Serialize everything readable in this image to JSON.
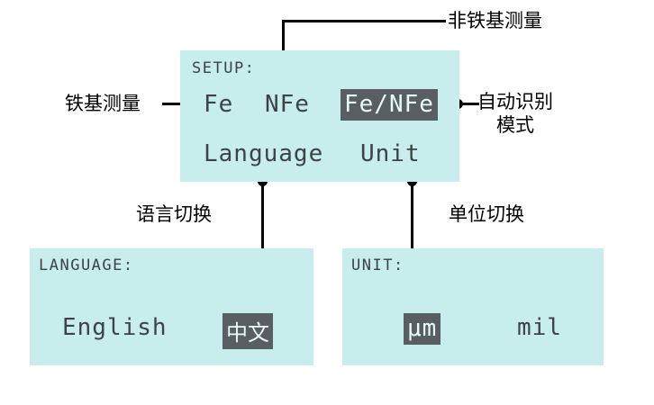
{
  "screens": {
    "setup": {
      "header": "SETUP:",
      "row1": [
        {
          "label": "Fe",
          "selected": false
        },
        {
          "label": "NFe",
          "selected": false
        },
        {
          "label": "Fe/NFe",
          "selected": true
        }
      ],
      "row2": [
        {
          "label": "Language",
          "selected": false
        },
        {
          "label": "Unit",
          "selected": false
        }
      ]
    },
    "language": {
      "header": "LANGUAGE:",
      "options": [
        {
          "label": "English",
          "selected": false
        },
        {
          "label": "中文",
          "selected": true
        }
      ]
    },
    "unit": {
      "header": "UNIT:",
      "options": [
        {
          "label": "μm",
          "selected": true
        },
        {
          "label": "mil",
          "selected": false
        }
      ]
    }
  },
  "annotations": {
    "ferrous": "铁基测量",
    "non_ferrous": "非铁基测量",
    "auto_mode_line1": "自动识别",
    "auto_mode_line2": "模式",
    "language_switch": "语言切换",
    "unit_switch": "单位切换"
  },
  "colors": {
    "lcd_background": "#c7eeec",
    "lcd_text": "#3c4246",
    "highlight_background": "#585e62",
    "highlight_text": "#e6fbfa",
    "annotation_text": "#000000",
    "leader_line": "#000000"
  }
}
